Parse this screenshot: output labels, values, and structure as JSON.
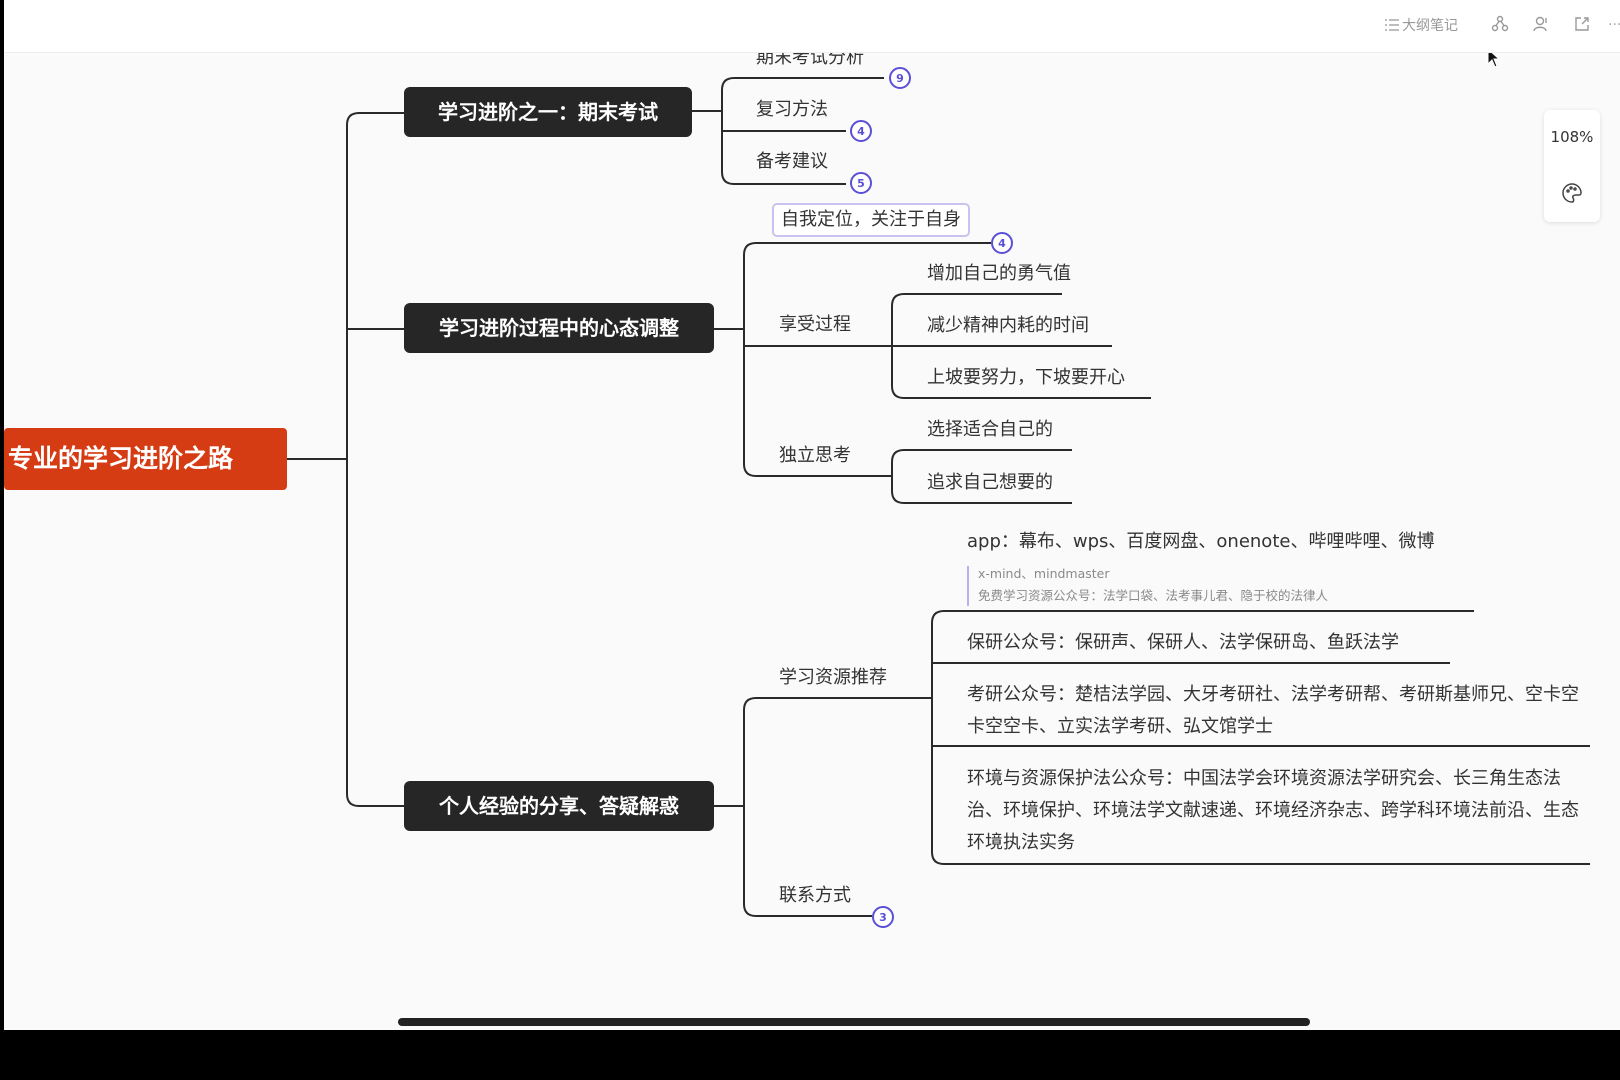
{
  "toolbar": {
    "outline_label": "大纲笔记",
    "icons": [
      "outline-icon",
      "share-icon",
      "collaborate-icon",
      "export-icon",
      "more-icon"
    ],
    "more": "···"
  },
  "zoom": {
    "level": "108%"
  },
  "mindmap": {
    "root": "专业的学习进阶之路",
    "branch1": {
      "title": "学习进阶之一：期末考试",
      "children": [
        {
          "label": "期末考试分析",
          "badge": "9"
        },
        {
          "label": "复习方法",
          "badge": "4"
        },
        {
          "label": "备考建议",
          "badge": "5"
        }
      ]
    },
    "branch2": {
      "title": "学习进阶过程中的心态调整",
      "self": {
        "label": "自我定位，关注于自身",
        "badge": "4"
      },
      "enjoy": {
        "label": "享受过程",
        "children": [
          "增加自己的勇气值",
          "减少精神内耗的时间",
          "上坡要努力，下坡要开心"
        ]
      },
      "think": {
        "label": "独立思考",
        "children": [
          "选择适合自己的",
          "追求自己想要的"
        ]
      }
    },
    "branch3": {
      "title": "个人经验的分享、答疑解惑",
      "resources": {
        "label": "学习资源推荐",
        "app": "app：幕布、wps、百度网盘、onenote、哔哩哔哩、微博",
        "app_note_1": "x-mind、mindmaster",
        "app_note_2": "免费学习资源公众号：法学口袋、法考事儿君、隐于校的法律人",
        "baoyan": "保研公众号：保研声、保研人、法学保研岛、鱼跃法学",
        "kaoyan": "考研公众号：楚桔法学园、大牙考研社、法学考研帮、考研斯基师兄、空卡空卡空空卡、立实法学考研、弘文馆学士",
        "env": "环境与资源保护法公众号：中国法学会环境资源法学研究会、长三角生态法治、环境保护、环境法学文献速递、环境经济杂志、跨学科环境法前沿、生态环境执法实务"
      },
      "contact": {
        "label": "联系方式",
        "badge": "3"
      }
    }
  },
  "colors": {
    "root_bg": "#d63c14",
    "main_bg": "#262626",
    "badge": "#5b4fd8",
    "line": "#2a2a2a"
  }
}
